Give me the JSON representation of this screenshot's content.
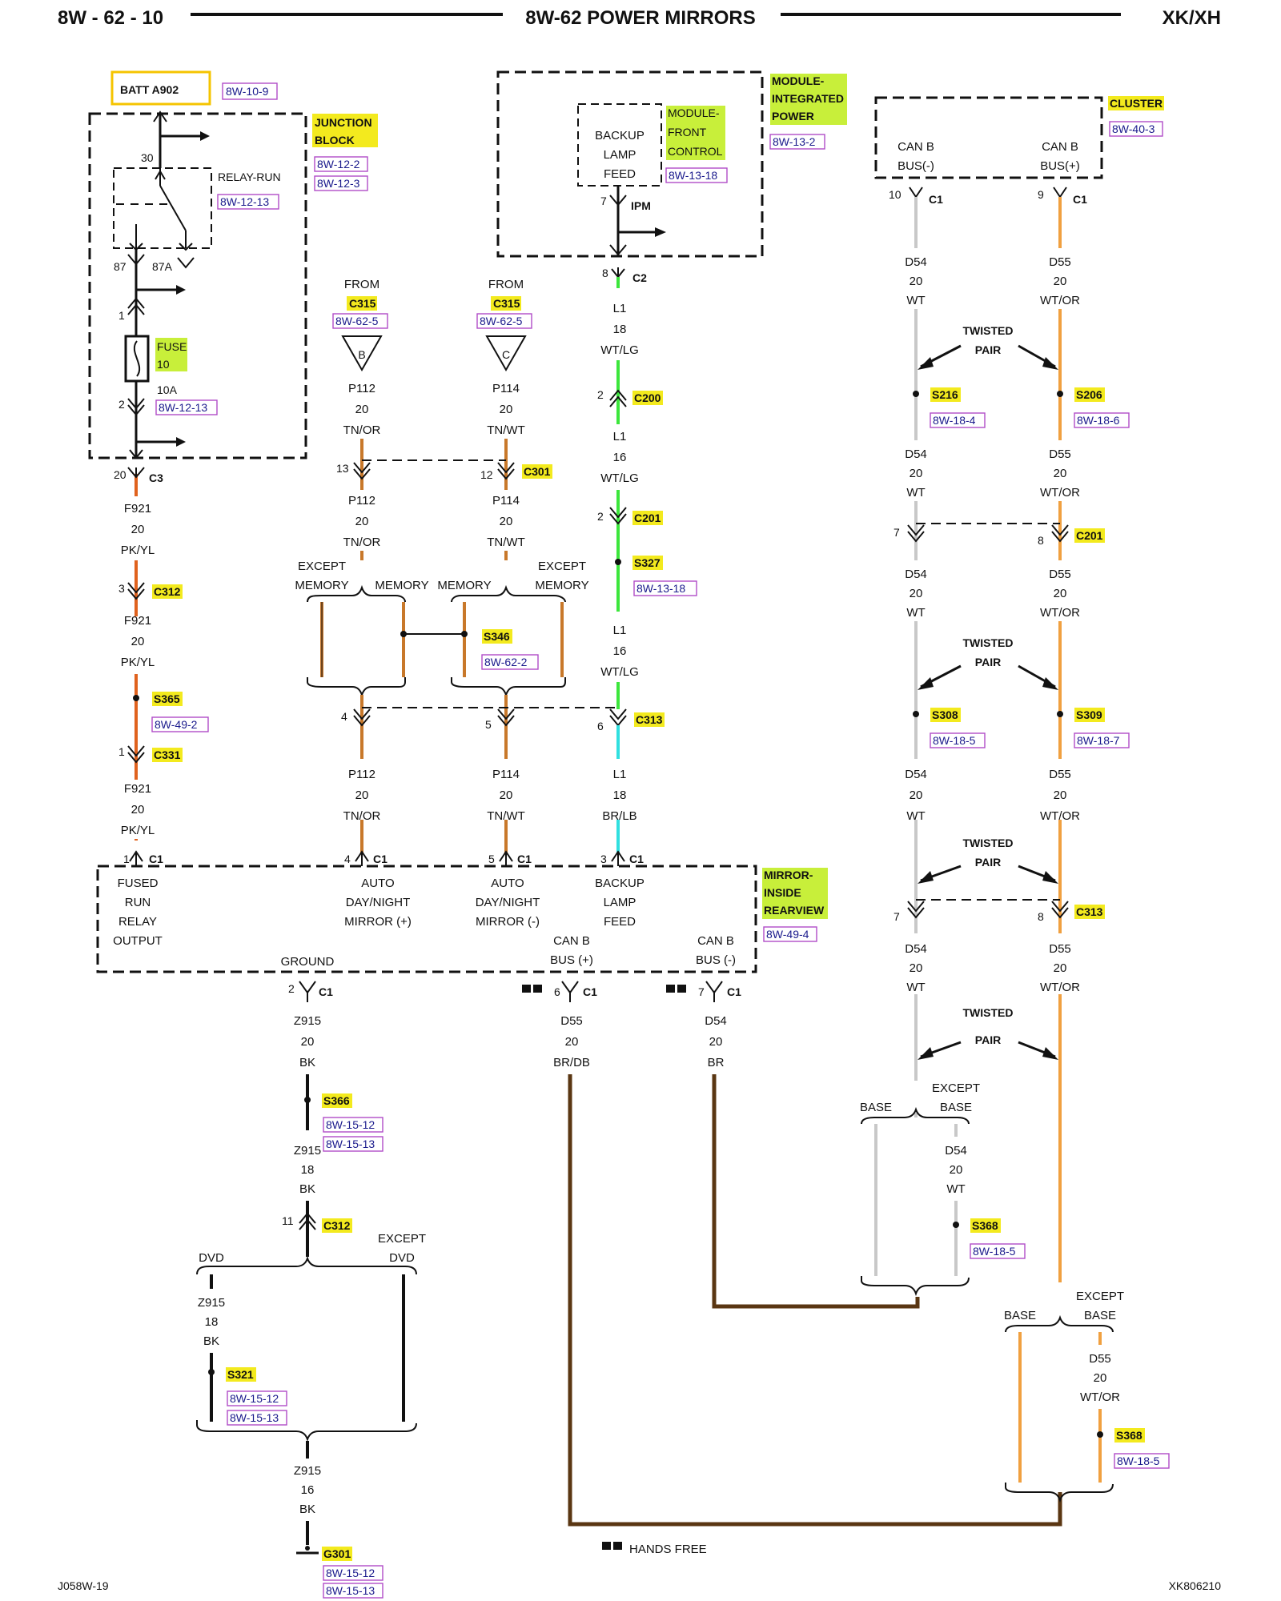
{
  "header": {
    "left": "8W - 62 - 10",
    "center": "8W-62 POWER MIRRORS",
    "right": "XK/XH"
  },
  "footer": {
    "left": "J058W-19",
    "right": "XK806210"
  },
  "legend": {
    "hands_free": "HANDS FREE"
  },
  "colors": {
    "wire_orange": "#f0a040",
    "wire_orange_red": "#e0621e",
    "wire_tn": "#c8782a",
    "wire_green": "#3ce63c",
    "wire_gray": "#c8c8c8",
    "wire_black": "#111111",
    "wire_brown": "#5a3612",
    "wire_cyan": "#30e0e0",
    "label_yellow": "#f3ea1e",
    "label_green": "#c8ef3a",
    "ref_magenta": "#b04cc8"
  },
  "batt": {
    "label": "BATT A902",
    "ref": "8W-10-9"
  },
  "junction_block": {
    "label1": "JUNCTION",
    "label2": "BLOCK",
    "ref1": "8W-12-2",
    "ref2": "8W-12-3",
    "relay_label": "RELAY-RUN",
    "relay_ref": "8W-12-13",
    "pin30": "30",
    "pin87": "87",
    "pin87a": "87A",
    "pin1": "1",
    "pin2": "2",
    "fuse_label1": "FUSE",
    "fuse_label2": "10",
    "fuse_rating": "10A",
    "fuse_ref": "8W-12-13"
  },
  "ipm": {
    "label1": "MODULE-",
    "label2": "INTEGRATED",
    "label3": "POWER",
    "ref": "8W-13-2",
    "front_label1": "MODULE-",
    "front_label2": "FRONT",
    "front_label3": "CONTROL",
    "front_ref": "8W-13-18",
    "feed1": "BACKUP",
    "feed2": "LAMP",
    "feed3": "FEED",
    "pin7": "7",
    "ipm_text": "IPM"
  },
  "cluster": {
    "label": "CLUSTER",
    "ref": "8W-40-3",
    "canm1": "CAN B",
    "canm2": "BUS(-)",
    "canp1": "CAN B",
    "canp2": "BUS(+)",
    "pin10": "10",
    "pin9": "9",
    "c1": "C1"
  },
  "left_column": {
    "c3_pin": "20",
    "c3": "C3",
    "w1": [
      "F921",
      "20",
      "PK/YL"
    ],
    "c312_pin": "3",
    "c312": "C312",
    "w2": [
      "F921",
      "20",
      "PK/YL"
    ],
    "s365": "S365",
    "s365_ref": "8W-49-2",
    "c331_pin": "1",
    "c331": "C331",
    "w3": [
      "F921",
      "20",
      "PK/YL"
    ]
  },
  "from_b": {
    "from": "FROM",
    "conn": "C315",
    "ref": "8W-62-5",
    "letter": "B",
    "wire": [
      "P112",
      "20",
      "TN/OR"
    ]
  },
  "from_c": {
    "from": "FROM",
    "conn": "C315",
    "ref": "8W-62-5",
    "letter": "C",
    "wire": [
      "P114",
      "20",
      "TN/WT"
    ]
  },
  "c301": {
    "pin13": "13",
    "pin12": "12",
    "label": "C301",
    "w_left": [
      "P112",
      "20",
      "TN/OR"
    ],
    "w_right": [
      "P114",
      "20",
      "TN/WT"
    ]
  },
  "memory": {
    "except_left1": "EXCEPT",
    "except_left2": "MEMORY",
    "memory_left": "MEMORY",
    "memory_right": "MEMORY",
    "except_right1": "EXCEPT",
    "except_right2": "MEMORY",
    "s346": "S346",
    "s346_ref": "8W-62-2"
  },
  "c313_mid": {
    "pin4": "4",
    "pin5": "5",
    "pin6": "6",
    "label": "C313",
    "w_p112": [
      "P112",
      "20",
      "TN/OR"
    ],
    "w_p114": [
      "P114",
      "20",
      "TN/WT"
    ],
    "w_l1": [
      "L1",
      "18",
      "BR/LB"
    ]
  },
  "l1_column": {
    "c2_pin": "8",
    "c2": "C2",
    "w1": [
      "L1",
      "18",
      "WT/LG"
    ],
    "c200_pin": "2",
    "c200": "C200",
    "w2": [
      "L1",
      "16",
      "WT/LG"
    ],
    "c201_pin": "2",
    "c201": "C201",
    "s327": "S327",
    "s327_ref": "8W-13-18",
    "w3": [
      "L1",
      "16",
      "WT/LG"
    ]
  },
  "mirror": {
    "label1": "MIRROR-",
    "label2": "INSIDE",
    "label3": "REARVIEW",
    "ref": "8W-49-4",
    "pin1": "1",
    "pin4": "4",
    "pin5": "5",
    "pin3": "3",
    "c1": "C1",
    "fused": [
      "FUSED",
      "RUN",
      "RELAY",
      "OUTPUT"
    ],
    "auto_plus": [
      "AUTO",
      "DAY/NIGHT",
      "MIRROR (+)"
    ],
    "auto_minus": [
      "AUTO",
      "DAY/NIGHT",
      "MIRROR (-)"
    ],
    "backup": [
      "BACKUP",
      "LAMP",
      "FEED"
    ],
    "canp": [
      "CAN B",
      "BUS (+)"
    ],
    "canm": [
      "CAN B",
      "BUS (-)"
    ],
    "ground": "GROUND",
    "pin2": "2",
    "pin6": "6",
    "pin7": "7"
  },
  "ground_column": {
    "w1": [
      "Z915",
      "20",
      "BK"
    ],
    "s366": "S366",
    "s366_ref1": "8W-15-12",
    "s366_ref2": "8W-15-13",
    "w2": [
      "Z915",
      "18",
      "BK"
    ],
    "c312_pin": "11",
    "c312": "C312",
    "dvd": "DVD",
    "except1": "EXCEPT",
    "except2": "DVD",
    "w3": [
      "Z915",
      "18",
      "BK"
    ],
    "s321": "S321",
    "s321_ref1": "8W-15-12",
    "s321_ref2": "8W-15-13",
    "w4": [
      "Z915",
      "16",
      "BK"
    ],
    "g301": "G301",
    "g301_ref1": "8W-15-12",
    "g301_ref2": "8W-15-13"
  },
  "can_wires": {
    "d55": [
      "D55",
      "20",
      "BR/DB"
    ],
    "d54": [
      "D54",
      "20",
      "BR"
    ]
  },
  "twisted": {
    "t1": "TWISTED",
    "t2": "PAIR"
  },
  "right_column": {
    "d54_1": [
      "D54",
      "20",
      "WT"
    ],
    "d55_1": [
      "D55",
      "20",
      "WT/OR"
    ],
    "s216": "S216",
    "s216_ref": "8W-18-4",
    "s206": "S206",
    "s206_ref": "8W-18-6",
    "d54_2": [
      "D54",
      "20",
      "WT"
    ],
    "d55_2": [
      "D55",
      "20",
      "WT/OR"
    ],
    "c201_pin7": "7",
    "c201_pin8": "8",
    "c201": "C201",
    "d54_3": [
      "D54",
      "20",
      "WT"
    ],
    "d55_3": [
      "D55",
      "20",
      "WT/OR"
    ],
    "s308": "S308",
    "s308_ref": "8W-18-5",
    "s309": "S309",
    "s309_ref": "8W-18-7",
    "d54_4": [
      "D54",
      "20",
      "WT"
    ],
    "d55_4": [
      "D55",
      "20",
      "WT/OR"
    ],
    "c313_pin7": "7",
    "c313_pin8": "8",
    "c313": "C313",
    "d54_5": [
      "D54",
      "20",
      "WT"
    ],
    "d55_5": [
      "D55",
      "20",
      "WT/OR"
    ],
    "base": "BASE",
    "except1": "EXCEPT",
    "except2": "BASE",
    "d54_6": [
      "D54",
      "20",
      "WT"
    ],
    "s368a": "S368",
    "s368a_ref": "8W-18-5",
    "d55_6": [
      "D55",
      "20",
      "WT/OR"
    ],
    "s368b": "S368",
    "s368b_ref": "8W-18-5"
  }
}
